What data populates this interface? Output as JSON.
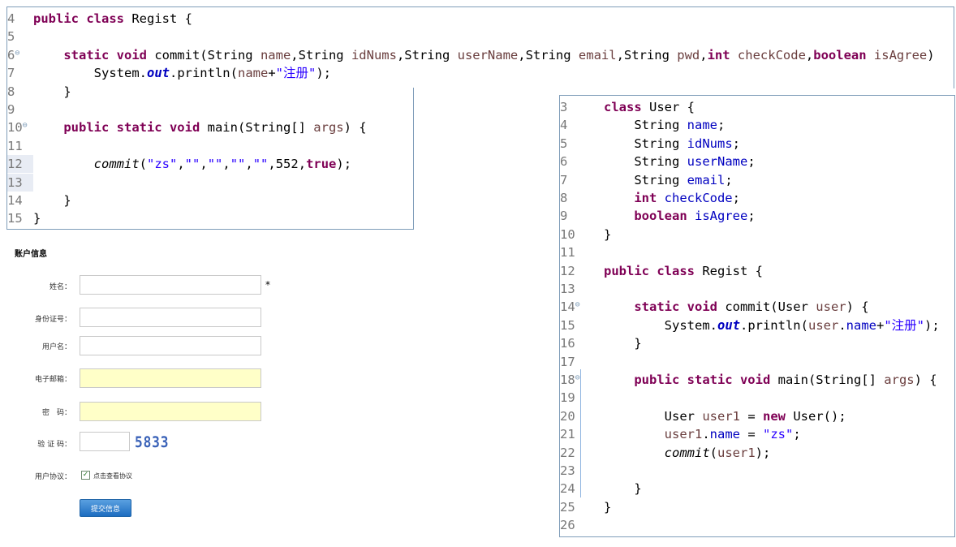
{
  "panel1": {
    "lines": [
      {
        "n": "4",
        "h": [
          {
            "t": "public class ",
            "c": "kw"
          },
          {
            "t": "Regist {"
          }
        ]
      },
      {
        "n": "5",
        "h": []
      },
      {
        "n": "6",
        "fold": true,
        "h": [
          {
            "t": "    "
          },
          {
            "t": "static void ",
            "c": "kw"
          },
          {
            "t": "commit(String "
          },
          {
            "t": "name",
            "c": "var"
          },
          {
            "t": ",String "
          },
          {
            "t": "idNums",
            "c": "var"
          },
          {
            "t": ",String "
          },
          {
            "t": "userName",
            "c": "var"
          },
          {
            "t": ",String "
          },
          {
            "t": "email",
            "c": "var"
          },
          {
            "t": ",String "
          },
          {
            "t": "pwd",
            "c": "var"
          },
          {
            "t": ","
          },
          {
            "t": "int ",
            "c": "kw"
          },
          {
            "t": "checkCode",
            "c": "var"
          },
          {
            "t": ","
          },
          {
            "t": "boolean ",
            "c": "kw"
          },
          {
            "t": "isAgree",
            "c": "var"
          },
          {
            "t": ")"
          }
        ]
      },
      {
        "n": "7",
        "h": [
          {
            "t": "        System."
          },
          {
            "t": "out",
            "c": "fld italic kw"
          },
          {
            "t": ".println("
          },
          {
            "t": "name",
            "c": "var"
          },
          {
            "t": "+"
          },
          {
            "t": "\"注册\"",
            "c": "str"
          },
          {
            "t": ");"
          }
        ]
      },
      {
        "n": "8",
        "h": [
          {
            "t": "    }"
          }
        ]
      },
      {
        "n": "9",
        "h": []
      },
      {
        "n": "10",
        "fold": true,
        "h": [
          {
            "t": "    "
          },
          {
            "t": "public static void ",
            "c": "kw"
          },
          {
            "t": "main(String[] "
          },
          {
            "t": "args",
            "c": "var"
          },
          {
            "t": ") {"
          }
        ]
      },
      {
        "n": "11",
        "h": []
      },
      {
        "n": "12",
        "hl": true,
        "h": [
          {
            "t": "        "
          },
          {
            "t": "commit",
            "c": "italic"
          },
          {
            "t": "("
          },
          {
            "t": "\"zs\"",
            "c": "str"
          },
          {
            "t": ","
          },
          {
            "t": "\"\"",
            "c": "str"
          },
          {
            "t": ","
          },
          {
            "t": "\"\"",
            "c": "str"
          },
          {
            "t": ","
          },
          {
            "t": "\"\"",
            "c": "str"
          },
          {
            "t": ","
          },
          {
            "t": "\"\"",
            "c": "str"
          },
          {
            "t": ",552,"
          },
          {
            "t": "true",
            "c": "kw"
          },
          {
            "t": ");"
          }
        ]
      },
      {
        "n": "13",
        "hl": true,
        "h": []
      },
      {
        "n": "14",
        "h": [
          {
            "t": "    }"
          }
        ]
      },
      {
        "n": "15",
        "h": [
          {
            "t": "}"
          }
        ]
      }
    ]
  },
  "panel2": {
    "lines": [
      {
        "n": "3",
        "h": [
          {
            "t": "class ",
            "c": "kw"
          },
          {
            "t": "User {"
          }
        ]
      },
      {
        "n": "4",
        "h": [
          {
            "t": "    String "
          },
          {
            "t": "name",
            "c": "fld"
          },
          {
            "t": ";"
          }
        ]
      },
      {
        "n": "5",
        "h": [
          {
            "t": "    String "
          },
          {
            "t": "idNums",
            "c": "fld"
          },
          {
            "t": ";"
          }
        ]
      },
      {
        "n": "6",
        "h": [
          {
            "t": "    String "
          },
          {
            "t": "userName",
            "c": "fld"
          },
          {
            "t": ";"
          }
        ]
      },
      {
        "n": "7",
        "h": [
          {
            "t": "    String "
          },
          {
            "t": "email",
            "c": "fld"
          },
          {
            "t": ";"
          }
        ]
      },
      {
        "n": "8",
        "h": [
          {
            "t": "    "
          },
          {
            "t": "int ",
            "c": "kw"
          },
          {
            "t": "checkCode",
            "c": "fld"
          },
          {
            "t": ";"
          }
        ]
      },
      {
        "n": "9",
        "h": [
          {
            "t": "    "
          },
          {
            "t": "boolean ",
            "c": "kw"
          },
          {
            "t": "isAgree",
            "c": "fld"
          },
          {
            "t": ";"
          }
        ]
      },
      {
        "n": "10",
        "h": [
          {
            "t": "}"
          }
        ]
      },
      {
        "n": "11",
        "h": []
      },
      {
        "n": "12",
        "h": [
          {
            "t": "public class ",
            "c": "kw"
          },
          {
            "t": "Regist {"
          }
        ]
      },
      {
        "n": "13",
        "h": []
      },
      {
        "n": "14",
        "fold": true,
        "h": [
          {
            "t": "    "
          },
          {
            "t": "static void ",
            "c": "kw"
          },
          {
            "t": "commit(User "
          },
          {
            "t": "user",
            "c": "var"
          },
          {
            "t": ") {"
          }
        ]
      },
      {
        "n": "15",
        "h": [
          {
            "t": "        System."
          },
          {
            "t": "out",
            "c": "fld italic kw"
          },
          {
            "t": ".println("
          },
          {
            "t": "user",
            "c": "var"
          },
          {
            "t": "."
          },
          {
            "t": "name",
            "c": "fld"
          },
          {
            "t": "+"
          },
          {
            "t": "\"注册\"",
            "c": "str"
          },
          {
            "t": ");"
          }
        ]
      },
      {
        "n": "16",
        "h": [
          {
            "t": "    }"
          }
        ]
      },
      {
        "n": "17",
        "h": []
      },
      {
        "n": "18",
        "fold": true,
        "h": [
          {
            "t": "    "
          },
          {
            "t": "public static void ",
            "c": "kw"
          },
          {
            "t": "main(String[] "
          },
          {
            "t": "args",
            "c": "var"
          },
          {
            "t": ") {"
          }
        ]
      },
      {
        "n": "19",
        "h": []
      },
      {
        "n": "20",
        "h": [
          {
            "t": "        User "
          },
          {
            "t": "user1",
            "c": "var"
          },
          {
            "t": " = "
          },
          {
            "t": "new ",
            "c": "kw"
          },
          {
            "t": "User();"
          }
        ]
      },
      {
        "n": "21",
        "h": [
          {
            "t": "        "
          },
          {
            "t": "user1",
            "c": "var"
          },
          {
            "t": "."
          },
          {
            "t": "name",
            "c": "fld"
          },
          {
            "t": " = "
          },
          {
            "t": "\"zs\"",
            "c": "str"
          },
          {
            "t": ";"
          }
        ]
      },
      {
        "n": "22",
        "h": [
          {
            "t": "        "
          },
          {
            "t": "commit",
            "c": "italic"
          },
          {
            "t": "("
          },
          {
            "t": "user1",
            "c": "var"
          },
          {
            "t": ");"
          }
        ]
      },
      {
        "n": "23",
        "h": []
      },
      {
        "n": "24",
        "h": [
          {
            "t": "    }"
          }
        ]
      },
      {
        "n": "25",
        "h": [
          {
            "t": "}"
          }
        ]
      },
      {
        "n": "26",
        "h": []
      }
    ]
  },
  "form": {
    "title": "账户信息",
    "name_label": "姓名：",
    "required_mark": "*",
    "id_label": "身份证号：",
    "username_label": "用户名：",
    "email_label": "电子邮箱：",
    "password_label": "密　码：",
    "code_label": "验 证 码：",
    "captcha": "5833",
    "agreement_label": "用户协议：",
    "agreement_checked": true,
    "agreement_link": "点击查看协议",
    "submit_label": "提交信息"
  }
}
